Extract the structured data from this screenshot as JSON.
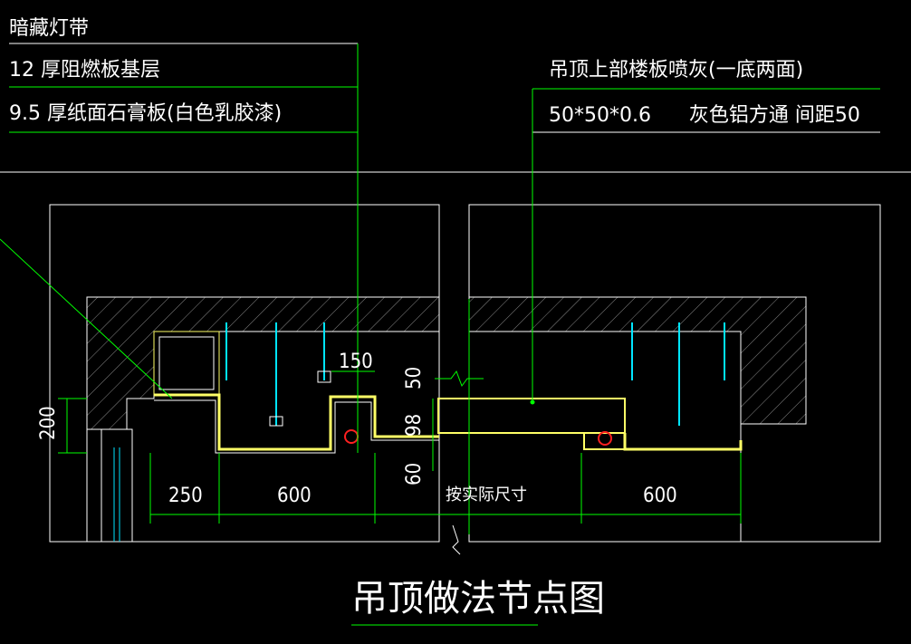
{
  "title": "吊顶做法节点图",
  "left_notes": [
    "暗藏灯带",
    "12 厚阻燃板基层",
    "9.5 厚纸面石膏板(白色乳胶漆)"
  ],
  "right_notes": [
    "吊顶上部楼板喷灰(一底两面)",
    "50*50*0.6      灰色铝方通 间距50"
  ],
  "dimensions": {
    "bottom_250": "250",
    "bottom_600_left": "600",
    "bottom_actual": "按实际尺寸",
    "bottom_600_right": "600",
    "top_150": "150",
    "vert_200": "200",
    "vert_50": "50",
    "vert_98": "98",
    "vert_60": "60"
  },
  "colors": {
    "background": "#000000",
    "leader": "#00ff00",
    "outline": "#ffffff",
    "hatch": "#8a8a8a",
    "gypsum": "#ffff66",
    "hanger": "#00e5ff",
    "light": "#ff2020"
  }
}
